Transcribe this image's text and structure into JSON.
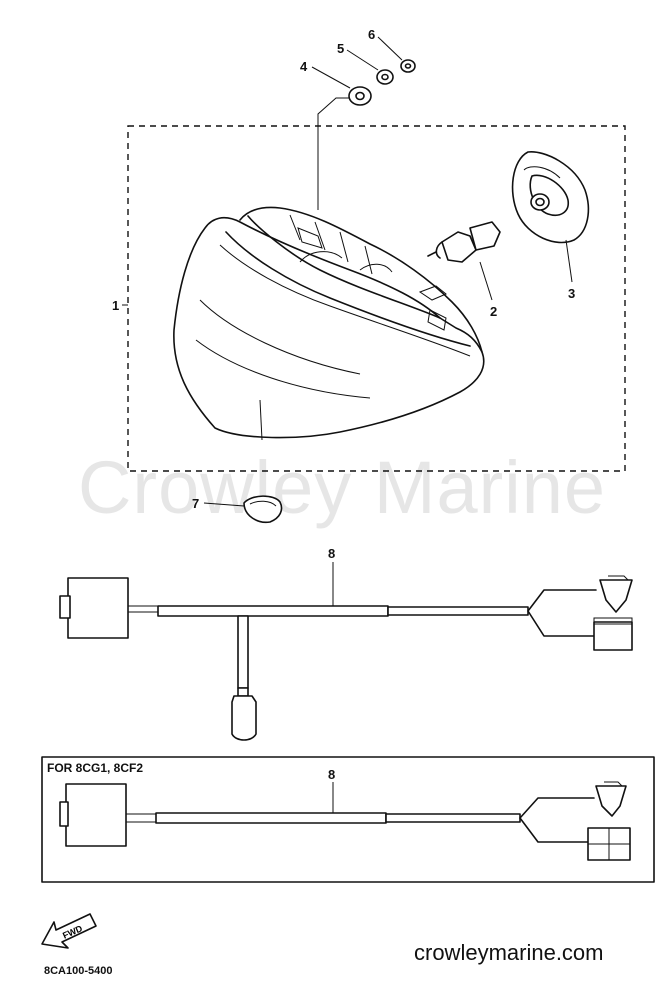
{
  "watermark": "Crowley Marine",
  "variant_label": "FOR 8CG1, 8CF2",
  "site_url": "crowleymarine.com",
  "diagram_code": "8CA100-5400",
  "fwd_label": "FWD",
  "callouts": {
    "c1": "1",
    "c2": "2",
    "c3": "3",
    "c4": "4",
    "c5": "5",
    "c6": "6",
    "c7": "7",
    "c8a": "8",
    "c8b": "8"
  }
}
